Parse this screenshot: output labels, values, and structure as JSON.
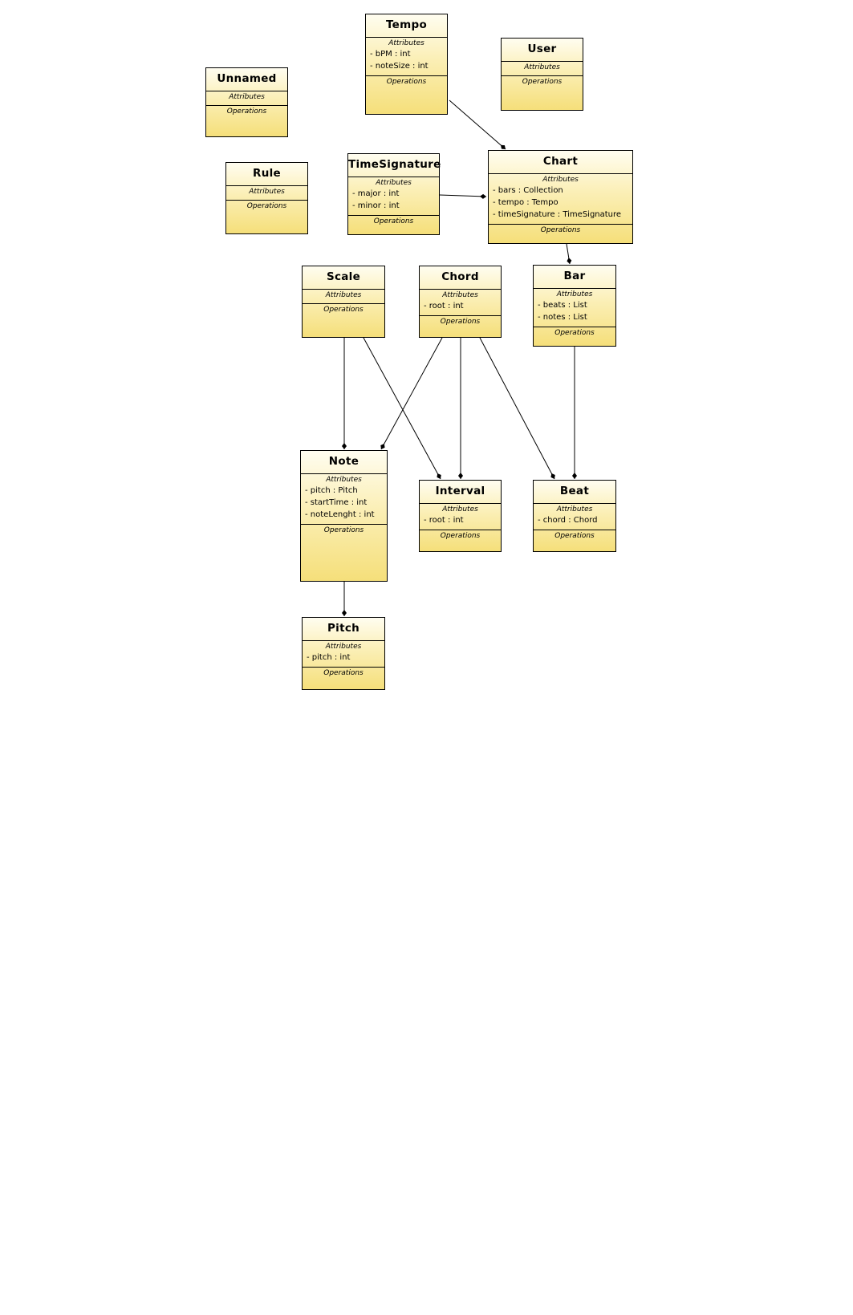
{
  "diagram": {
    "attributes_label": "Attributes",
    "operations_label": "Operations",
    "classes": [
      {
        "id": "tempo",
        "name": "Tempo",
        "attributes": [
          "- bPM : int",
          "- noteSize : int"
        ]
      },
      {
        "id": "user",
        "name": "User",
        "attributes": []
      },
      {
        "id": "unnamed",
        "name": "Unnamed",
        "attributes": []
      },
      {
        "id": "chart",
        "name": "Chart",
        "attributes": [
          "- bars : Collection",
          "- tempo : Tempo",
          "- timeSignature : TimeSignature"
        ]
      },
      {
        "id": "rule",
        "name": "Rule",
        "attributes": []
      },
      {
        "id": "timesignature",
        "name": "TimeSignature",
        "attributes": [
          "- major : int",
          "- minor : int"
        ]
      },
      {
        "id": "scale",
        "name": "Scale",
        "attributes": []
      },
      {
        "id": "chord",
        "name": "Chord",
        "attributes": [
          "- root : int"
        ]
      },
      {
        "id": "bar",
        "name": "Bar",
        "attributes": [
          "- beats : List",
          "- notes : List"
        ]
      },
      {
        "id": "note",
        "name": "Note",
        "attributes": [
          "- pitch : Pitch",
          "- startTime : int",
          "- noteLenght : int"
        ]
      },
      {
        "id": "interval",
        "name": "Interval",
        "attributes": [
          "- root : int"
        ]
      },
      {
        "id": "beat",
        "name": "Beat",
        "attributes": [
          "- chord : Chord"
        ]
      },
      {
        "id": "pitch",
        "name": "Pitch",
        "attributes": [
          "- pitch : int"
        ]
      }
    ],
    "relations": [
      {
        "from": "tempo",
        "to": "chart",
        "type": "composition"
      },
      {
        "from": "timesignature",
        "to": "chart",
        "type": "composition"
      },
      {
        "from": "chart",
        "to": "bar",
        "type": "composition"
      },
      {
        "from": "scale",
        "to": "note",
        "type": "composition"
      },
      {
        "from": "scale",
        "to": "interval",
        "type": "composition"
      },
      {
        "from": "chord",
        "to": "note",
        "type": "composition"
      },
      {
        "from": "chord",
        "to": "interval",
        "type": "composition"
      },
      {
        "from": "chord",
        "to": "beat",
        "type": "composition"
      },
      {
        "from": "bar",
        "to": "beat",
        "type": "composition"
      },
      {
        "from": "note",
        "to": "pitch",
        "type": "composition"
      }
    ]
  }
}
